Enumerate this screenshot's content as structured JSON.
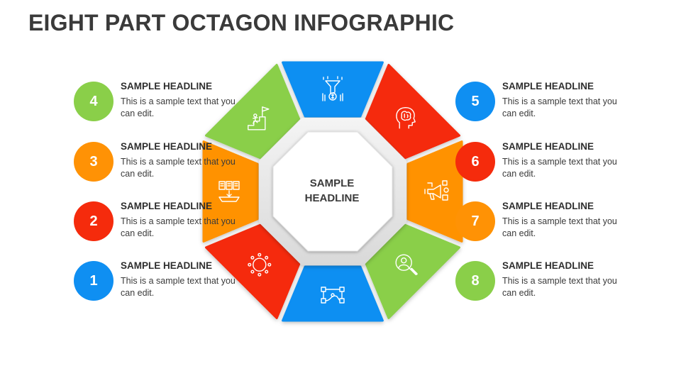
{
  "title": "EIGHT PART OCTAGON INFOGRAPHIC",
  "center": {
    "line1": "SAMPLE",
    "line2": "HEADLINE"
  },
  "colors": {
    "blue": "#0F8FF2",
    "red": "#F52B0C",
    "orange": "#FF9205",
    "green": "#8ACF49"
  },
  "items": [
    {
      "number": "1",
      "color": "#0F8FF2",
      "headline": "SAMPLE HEADLINE",
      "text": "This is a sample text that you can edit."
    },
    {
      "number": "2",
      "color": "#F52B0C",
      "headline": "SAMPLE HEADLINE",
      "text": "This is a sample text that you can edit."
    },
    {
      "number": "3",
      "color": "#FF9205",
      "headline": "SAMPLE HEADLINE",
      "text": "This is a sample text that you can edit."
    },
    {
      "number": "4",
      "color": "#8ACF49",
      "headline": "SAMPLE HEADLINE",
      "text": "This is a sample text that you can edit."
    },
    {
      "number": "5",
      "color": "#0F8FF2",
      "headline": "SAMPLE HEADLINE",
      "text": "This is a sample text that you can edit."
    },
    {
      "number": "6",
      "color": "#F52B0C",
      "headline": "SAMPLE HEADLINE",
      "text": "This is a sample text that you can edit."
    },
    {
      "number": "7",
      "color": "#FF9205",
      "headline": "SAMPLE HEADLINE",
      "text": "This is a sample text that you can edit."
    },
    {
      "number": "8",
      "color": "#8ACF49",
      "headline": "SAMPLE HEADLINE",
      "text": "This is a sample text that you can edit."
    }
  ],
  "segments": [
    {
      "position": "top",
      "color": "#0F8FF2",
      "icon": "funnel-money-icon"
    },
    {
      "position": "top-right",
      "color": "#F52B0C",
      "icon": "brain-head-icon"
    },
    {
      "position": "right",
      "color": "#FF9205",
      "icon": "megaphone-marketing-icon"
    },
    {
      "position": "bottom-right",
      "color": "#8ACF49",
      "icon": "search-person-icon"
    },
    {
      "position": "bottom",
      "color": "#0F8FF2",
      "icon": "network-flow-icon"
    },
    {
      "position": "bottom-left",
      "color": "#F52B0C",
      "icon": "sun-gear-icon"
    },
    {
      "position": "left",
      "color": "#FF9205",
      "icon": "documents-tray-icon"
    },
    {
      "position": "top-left",
      "color": "#8ACF49",
      "icon": "flag-stairs-icon"
    }
  ]
}
